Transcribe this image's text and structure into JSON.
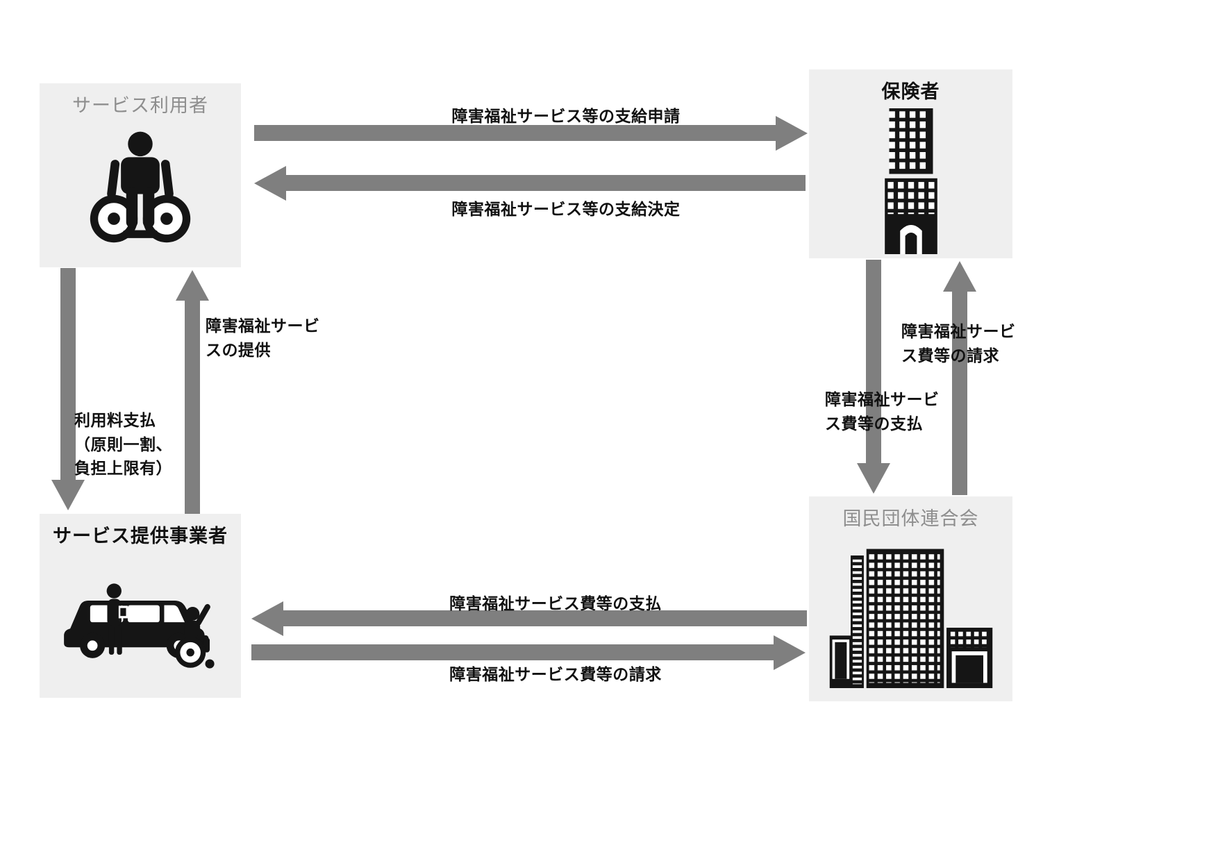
{
  "colors": {
    "arrow": "#7f7f7f",
    "node_background": "#efefef",
    "icon_ink": "#151515",
    "muted_label": "#8e8e8e"
  },
  "nodes": {
    "service_user": {
      "label": "サービス利用者",
      "icon": "wheelchair-user-icon"
    },
    "insurer": {
      "label": "保険者",
      "icon": "insurer-building-icon"
    },
    "provider": {
      "label": "サービス提供事業者",
      "icon": "care-vehicle-icon"
    },
    "federation": {
      "label": "国民団体連合会",
      "icon": "federation-building-icon"
    }
  },
  "arrows": {
    "grant_application": {
      "from": "service_user",
      "to": "insurer",
      "label": "障害福祉サービス等の支給申請"
    },
    "grant_decision": {
      "from": "insurer",
      "to": "service_user",
      "label": "障害福祉サービス等の支給決定"
    },
    "service_provision": {
      "from": "provider",
      "to": "service_user",
      "label": "障害福祉サービ\nスの提供"
    },
    "user_fee_payment": {
      "from": "service_user",
      "to": "provider",
      "label": "利用料支払\n（原則一割、\n負担上限有）"
    },
    "benefit_payment_to_federation": {
      "from": "insurer",
      "to": "federation",
      "label": "障害福祉サービ\nス費等の支払"
    },
    "benefit_claim_to_insurer": {
      "from": "federation",
      "to": "insurer",
      "label": "障害福祉サービ\nス費等の請求"
    },
    "benefit_payment_to_provider": {
      "from": "federation",
      "to": "provider",
      "label": "障害福祉サービス費等の支払"
    },
    "benefit_claim_to_federation": {
      "from": "provider",
      "to": "federation",
      "label": "障害福祉サービス費等の請求"
    }
  }
}
